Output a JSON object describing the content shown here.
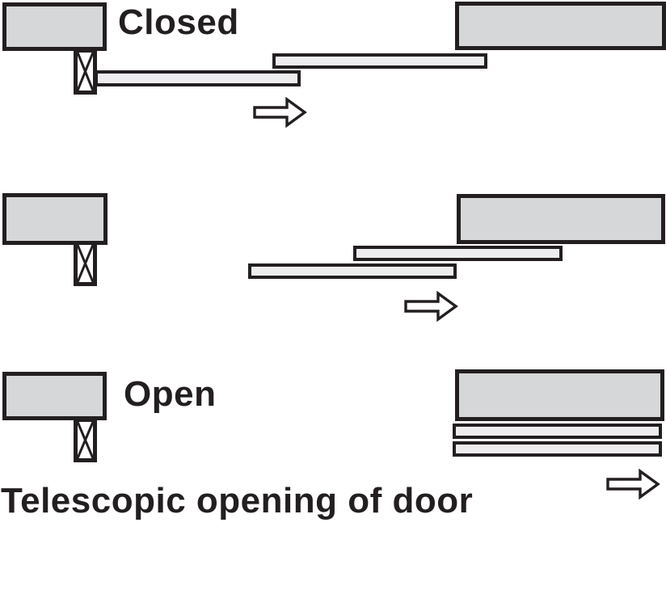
{
  "diagram": {
    "title": "Telescopic opening of door",
    "stages": [
      {
        "id": "closed",
        "label": "Closed",
        "panels_visible": 2
      },
      {
        "id": "opening",
        "label": "",
        "panels_visible": 2
      },
      {
        "id": "open",
        "label": "Open",
        "panels_visible": 2
      }
    ],
    "icons": {
      "direction_arrow": "arrow-right-icon",
      "jamb_hatch": "cross-hatch-post-icon"
    }
  },
  "colors": {
    "background": "#ffffff",
    "wall_fill": "#d6d7d9",
    "panel_fill": "#ededef",
    "outline": "#231f20",
    "text": "#231f20"
  }
}
